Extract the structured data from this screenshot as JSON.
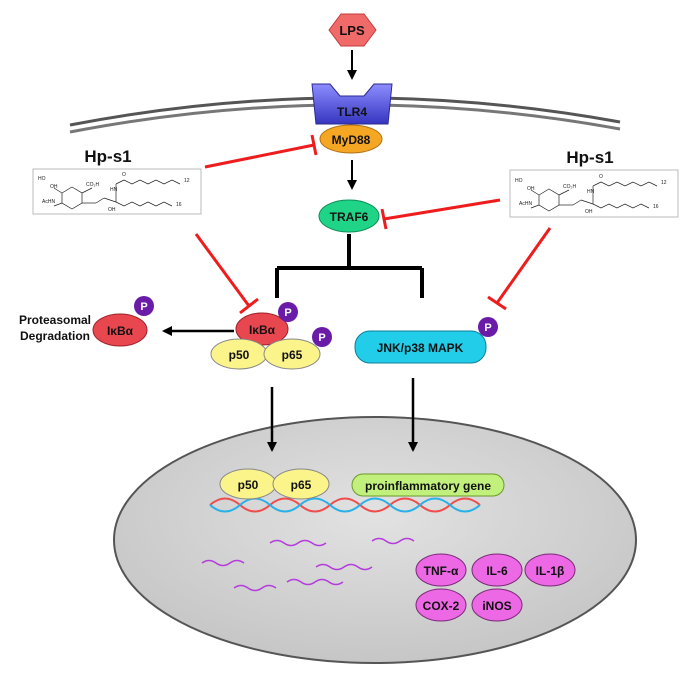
{
  "diagram": {
    "ligand": "LPS",
    "receptor": "TLR4",
    "adaptor": "MyD88",
    "traf": "TRAF6",
    "inhibitor_left": "Hp-s1",
    "inhibitor_right": "Hp-s1",
    "degradation": [
      "Proteasomal",
      "Degradation"
    ],
    "ikba_free": "IκBα",
    "ikba_bound": "IκBα",
    "p50": "p50",
    "p65": "p65",
    "mapk": "JNK/p38 MAPK",
    "phospho": "P",
    "nuc_p50": "p50",
    "nuc_p65": "p65",
    "gene": "proinflammatory gene",
    "products": [
      "TNF-α",
      "IL-6",
      "IL-1β",
      "COX-2",
      "iNOS"
    ],
    "structure_atoms": [
      "HO",
      "OH",
      "CO₂H",
      "AcHN",
      "HN",
      "O",
      "OH",
      "12",
      "16"
    ]
  },
  "colors": {
    "inhibition": "#ee1c1c",
    "ligand": "#f06a6a",
    "receptor": "#4d4dd6",
    "adaptor": "#f5a623",
    "traf": "#1fd487",
    "ikba": "#e8474f",
    "p50_p65": "#fbf48a",
    "mapk": "#22cdea",
    "phospho": "#6a1ca8",
    "nucleus": "#d0d0d0",
    "gene": "#c2f07c",
    "products": "#ec68e4",
    "mrna": "#b43cdc"
  }
}
